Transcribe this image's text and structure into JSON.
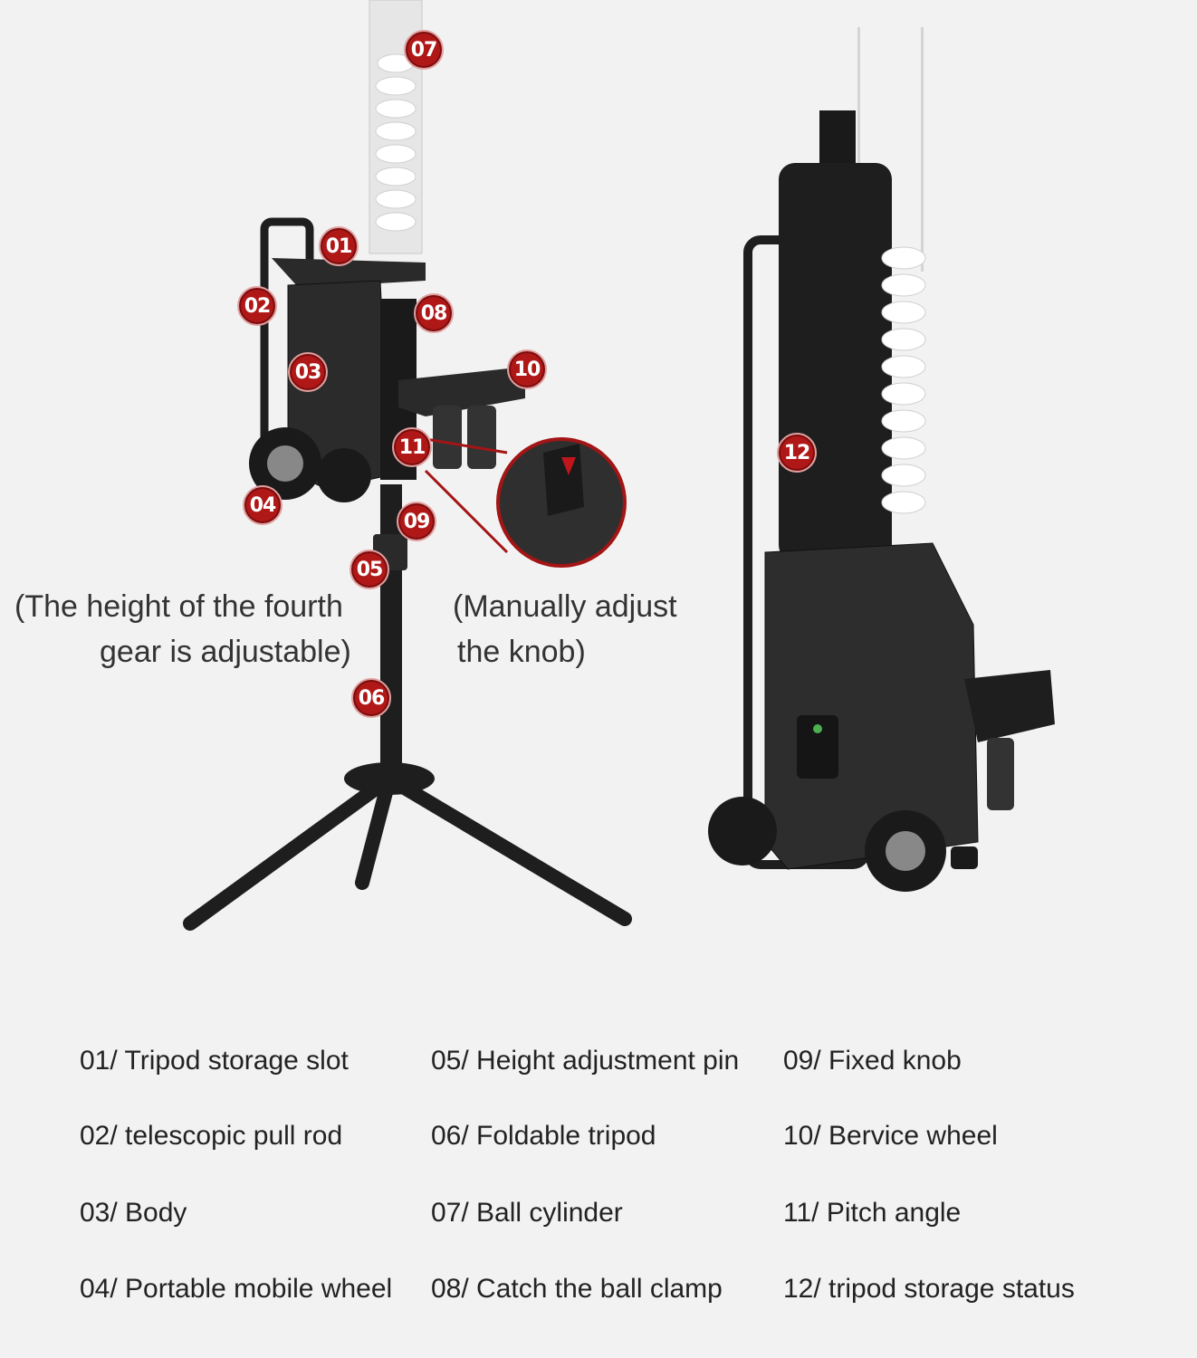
{
  "markers": [
    {
      "label": "01"
    },
    {
      "label": "02"
    },
    {
      "label": "03"
    },
    {
      "label": "04"
    },
    {
      "label": "05"
    },
    {
      "label": "06"
    },
    {
      "label": "07"
    },
    {
      "label": "08"
    },
    {
      "label": "09"
    },
    {
      "label": "10"
    },
    {
      "label": "11"
    },
    {
      "label": "12"
    }
  ],
  "captions": {
    "height_line1": "(The height of the fourth",
    "height_line2": "gear is adjustable)",
    "knob_line1": "(Manually adjust",
    "knob_line2": "the knob)"
  },
  "legend": [
    "01/ Tripod storage slot",
    "02/ telescopic pull rod",
    "03/ Body",
    "04/ Portable mobile wheel",
    "05/ Height adjustment pin",
    "06/ Foldable tripod",
    "07/ Ball cylinder",
    "08/ Catch the ball clamp",
    "09/ Fixed knob",
    "10/ Bervice wheel",
    "11/ Pitch angle",
    "12/ tripod storage status"
  ],
  "colors": {
    "marker": "#b01818",
    "machine": "#1e1e1e",
    "background": "#f2f2f2"
  }
}
